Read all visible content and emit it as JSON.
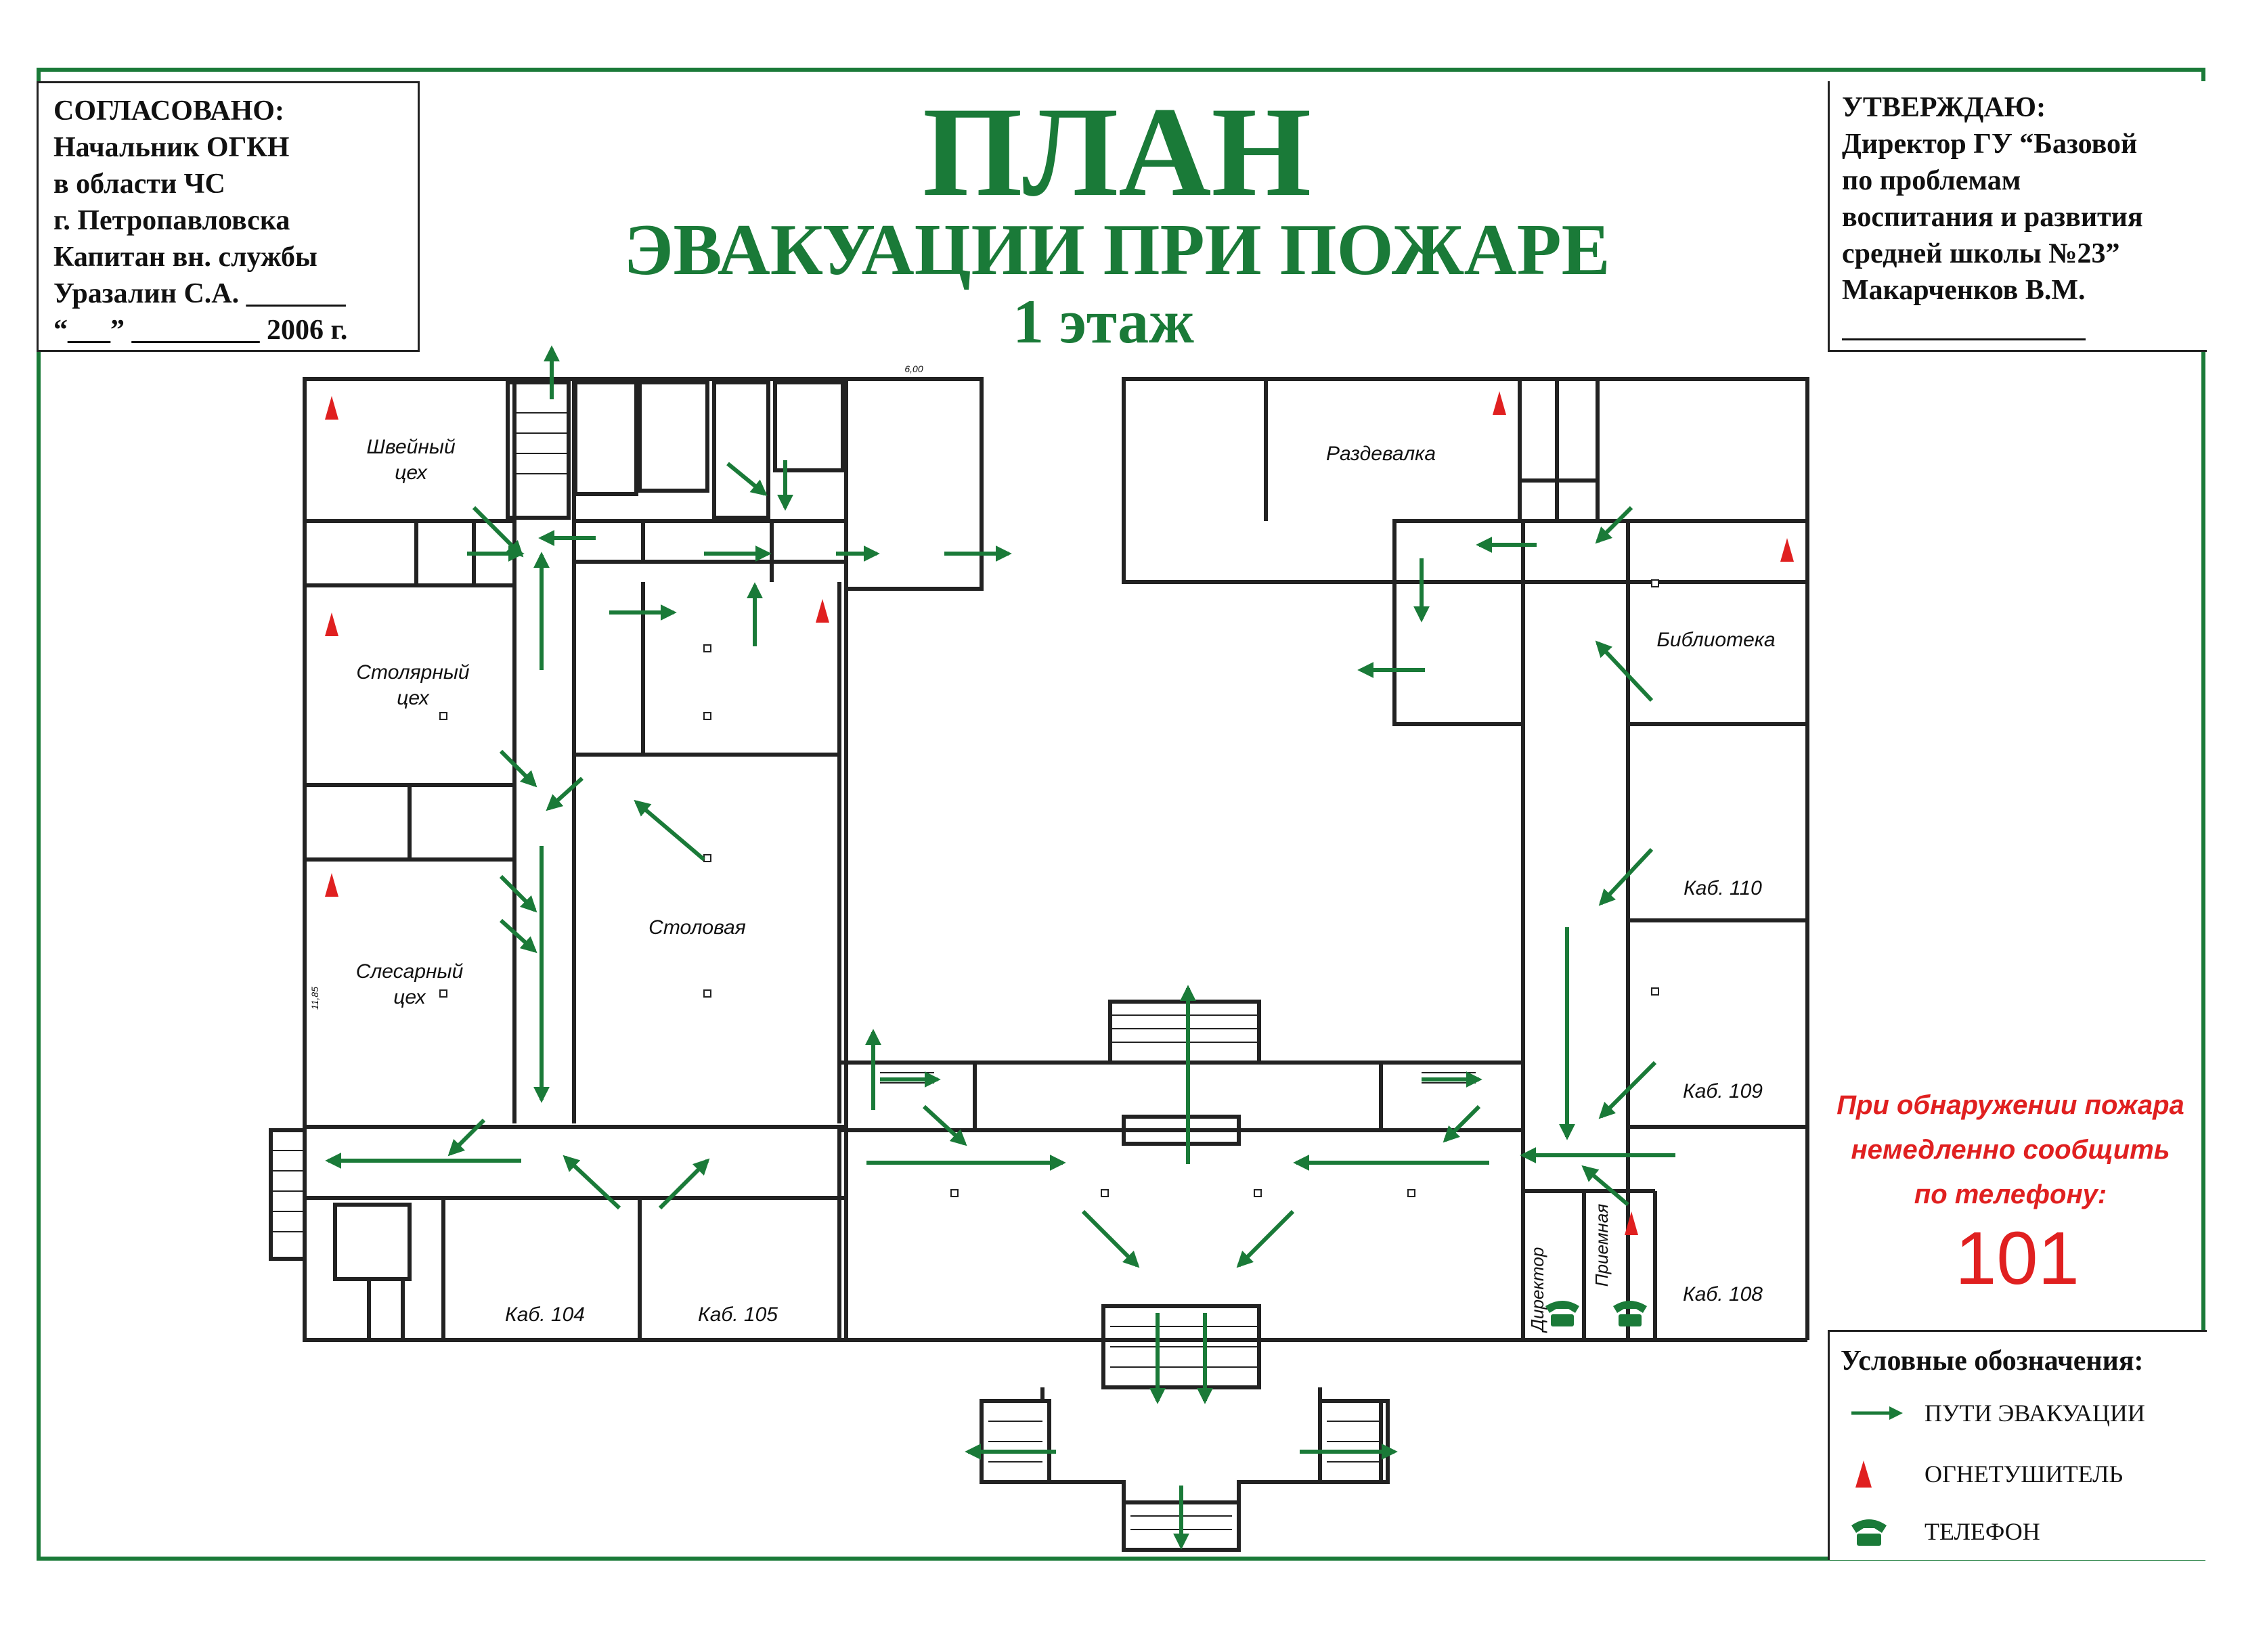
{
  "header": {
    "agreed": {
      "heading": "СОГЛАСОВАНО:",
      "lines": [
        "Начальник ОГКН",
        "в области ЧС",
        "г. Петропавловска",
        "Капитан вн. службы",
        "Уразалин С.А. _______",
        "“___” _________ 2006 г."
      ]
    },
    "title": "ПЛАН",
    "subtitle": "ЭВАКУАЦИИ  ПРИ ПОЖАРЕ",
    "floor": "1 этаж",
    "approved": {
      "heading": "УТВЕРЖДАЮ:",
      "lines": [
        "Директор ГУ “Базовой",
        "по проблемам",
        "воспитания и развития",
        "средней школы №23”",
        "Макарченков В.М."
      ]
    }
  },
  "rooms": {
    "sewing": [
      "Швейный",
      "цех"
    ],
    "carpentry": [
      "Столярный",
      "цех"
    ],
    "locksmith": [
      "Слесарный",
      "цех"
    ],
    "canteen": "Столовая",
    "cloakroom": "Раздевалка",
    "library": "Библиотека",
    "kab110": "Каб. 110",
    "kab109": "Каб. 109",
    "kab108": "Каб. 108",
    "kab104": "Каб. 104",
    "kab105": "Каб. 105",
    "director": "Директор",
    "reception": "Приемная"
  },
  "dimensions": {
    "top": "6,00",
    "left": "11,85"
  },
  "warning": [
    "При обнаружении пожара",
    "немедленно сообщить",
    "по телефону:"
  ],
  "phone_number": "101",
  "legend": {
    "title": "Условные обозначения:",
    "items": [
      {
        "icon": "evacuation-arrow-icon",
        "label": "ПУТИ ЭВАКУАЦИИ"
      },
      {
        "icon": "extinguisher-icon",
        "label": "ОГНЕТУШИТЕЛЬ"
      },
      {
        "icon": "telephone-icon",
        "label": "ТЕЛЕФОН"
      }
    ]
  },
  "colors": {
    "frame": "#1a7a38",
    "arrow": "#1a7a38",
    "extinguisher": "#e02020",
    "warning": "#e02020"
  }
}
